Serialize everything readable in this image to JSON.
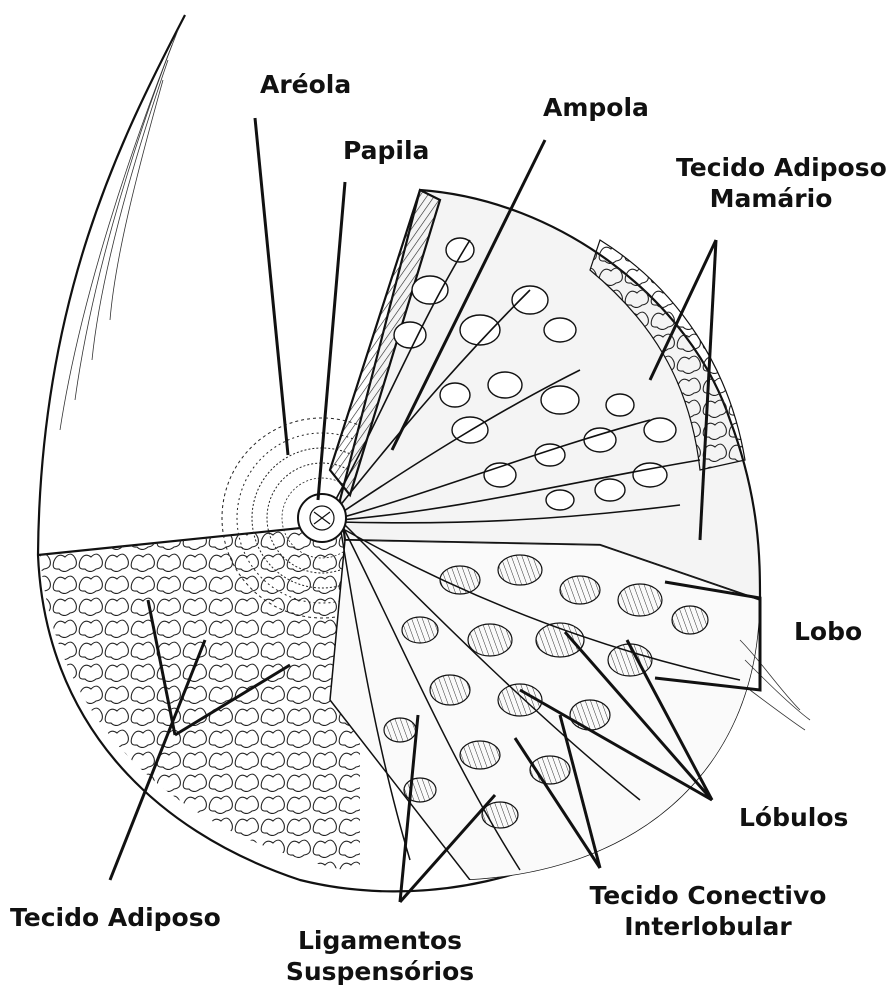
{
  "labels": {
    "areola": "Aréola",
    "papila": "Papila",
    "ampola": "Ampola",
    "tecido_adiposo_mamario_1": "Tecido Adiposo",
    "tecido_adiposo_mamario_2": "Mamário",
    "lobo": "Lobo",
    "lobulos": "Lóbulos",
    "tecido_adiposo": "Tecido Adiposo",
    "ligamentos_1": "Ligamentos",
    "ligamentos_2": "Suspensórios",
    "tecido_conectivo_1": "Tecido Conectivo",
    "tecido_conectivo_2": "Interlobular"
  },
  "colors": {
    "ink": "#111111",
    "background": "#ffffff"
  }
}
